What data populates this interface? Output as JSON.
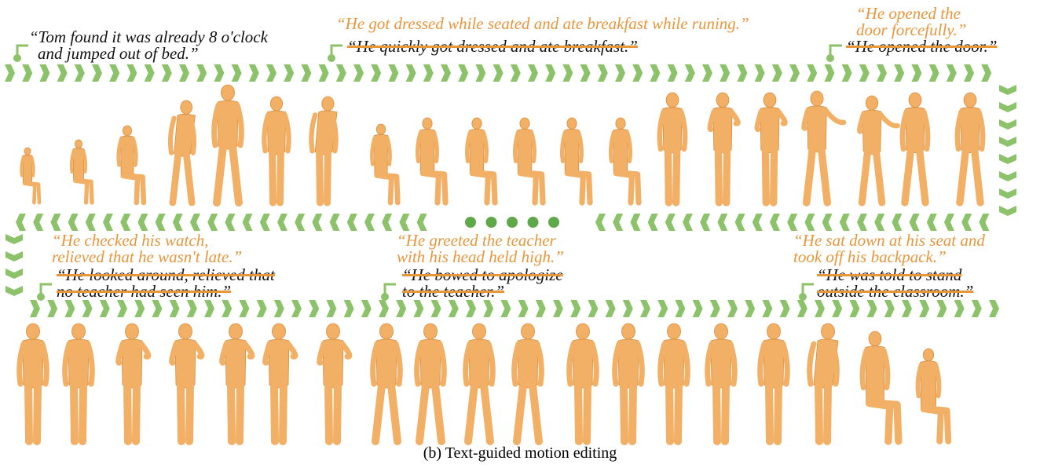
{
  "colors": {
    "arrow_green": "#8CC26A",
    "dot_green": "#5FA84A",
    "body_orange": "#F2B066",
    "body_shadow": "#D98C3A",
    "edit_orange": "#E8963C",
    "text_black": "#111111"
  },
  "caption": "(b) Text-guided motion editing",
  "segments": {
    "s1": {
      "original": [
        "“Tom found it was already 8 o'clock",
        "and jumped out of bed.”"
      ]
    },
    "s2": {
      "edited": "“He got dressed while seated and ate breakfast while runing.”",
      "original": "“He quickly got dressed and ate breakfast.”"
    },
    "s3": {
      "edited": [
        "“He opened the",
        "door forcefully.”"
      ],
      "original": "“He opened the door.”"
    },
    "s4": {
      "edited": [
        "“He checked his watch,",
        "relieved that he wasn't late.”"
      ],
      "original": [
        "“He looked around, relieved that",
        "no teacher had seen him.”"
      ]
    },
    "s5": {
      "edited": [
        "“He greeted the teacher",
        "with his head held high.”"
      ],
      "original": [
        "“He bowed to apologize",
        "to the teacher.”"
      ]
    },
    "s6": {
      "edited": [
        "“He sat down at his seat and",
        "took off his backpack.”"
      ],
      "original": [
        "“He was told to stand",
        "outside the classroom.”"
      ]
    }
  },
  "row1_figures": [
    {
      "pose": "fallen"
    },
    {
      "pose": "getting-up"
    },
    {
      "pose": "crouch-rise"
    },
    {
      "pose": "lunge"
    },
    {
      "pose": "step"
    },
    {
      "pose": "stand"
    },
    {
      "pose": "stand-lean"
    },
    {
      "pose": "sit-hunched"
    },
    {
      "pose": "sit"
    },
    {
      "pose": "sit"
    },
    {
      "pose": "sit"
    },
    {
      "pose": "sit"
    },
    {
      "pose": "sit"
    },
    {
      "pose": "stand"
    },
    {
      "pose": "stand-arms"
    },
    {
      "pose": "stand-arms"
    },
    {
      "pose": "push"
    },
    {
      "pose": "push"
    },
    {
      "pose": "walk"
    },
    {
      "pose": "walk"
    }
  ],
  "row2_figures": [
    {
      "pose": "stand"
    },
    {
      "pose": "stand"
    },
    {
      "pose": "stand-arm"
    },
    {
      "pose": "stand-arm"
    },
    {
      "pose": "stand-arm"
    },
    {
      "pose": "stand-arm"
    },
    {
      "pose": "stand-arm"
    },
    {
      "pose": "walk"
    },
    {
      "pose": "walk"
    },
    {
      "pose": "walk"
    },
    {
      "pose": "walk"
    },
    {
      "pose": "stand"
    },
    {
      "pose": "stand"
    },
    {
      "pose": "stand"
    },
    {
      "pose": "stand"
    },
    {
      "pose": "stand"
    },
    {
      "pose": "stand-lean"
    },
    {
      "pose": "sit-down"
    },
    {
      "pose": "sit"
    }
  ]
}
